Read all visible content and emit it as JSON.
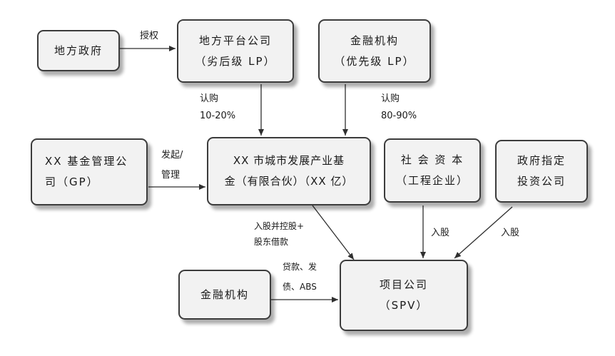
{
  "nodes": {
    "local_gov": {
      "line1": "地方政府"
    },
    "local_platform": {
      "line1": "地方平台公司",
      "line2": "（劣后级 LP）"
    },
    "fin_inst_top": {
      "line1": "金融机构",
      "line2": "（优先级 LP）"
    },
    "fund_manager": {
      "line1": "XX 基金管理公",
      "line2": "司（GP）"
    },
    "city_fund": {
      "line1": "XX 市城市发展产业基",
      "line2": "金（有限合伙）（XX 亿）"
    },
    "social_capital": {
      "line1": "社 会 资 本",
      "line2": "（工程企业）"
    },
    "gov_designated": {
      "line1": "政府指定",
      "line2": "投资公司"
    },
    "fin_inst_bottom": {
      "line1": "金融机构"
    },
    "project_company": {
      "line1": "项目公司",
      "line2": "（SPV）"
    }
  },
  "edges": {
    "authorize": {
      "label": "授权"
    },
    "subscribe_platform": {
      "line1": "认购",
      "line2": "10-20%"
    },
    "subscribe_fin": {
      "line1": "认购",
      "line2": "80-90%"
    },
    "initiate_manage": {
      "line1": "发起/",
      "line2": "管理"
    },
    "equity_loan": {
      "line1": "入股并控股+",
      "line2": "股东借款"
    },
    "loan_bond": {
      "line1": "贷款、发",
      "line2": "债、ABS"
    },
    "equity_social": {
      "label": "入股"
    },
    "equity_gov": {
      "label": "入股"
    }
  },
  "colors": {
    "line": "#2f2f2f",
    "box_fill": "#f2f2f2",
    "box_border": "#3c3c3c"
  }
}
